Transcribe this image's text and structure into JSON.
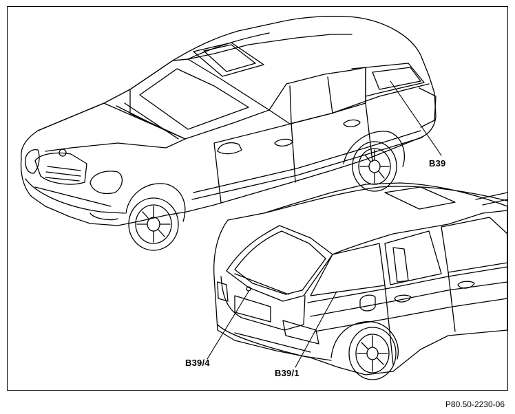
{
  "labels": {
    "b39": "B39",
    "b39_4": "B39/4",
    "b39_1": "B39/1"
  },
  "figure_id": "P80.50-2230-06",
  "colors": {
    "line": "#000000",
    "background": "#ffffff"
  }
}
